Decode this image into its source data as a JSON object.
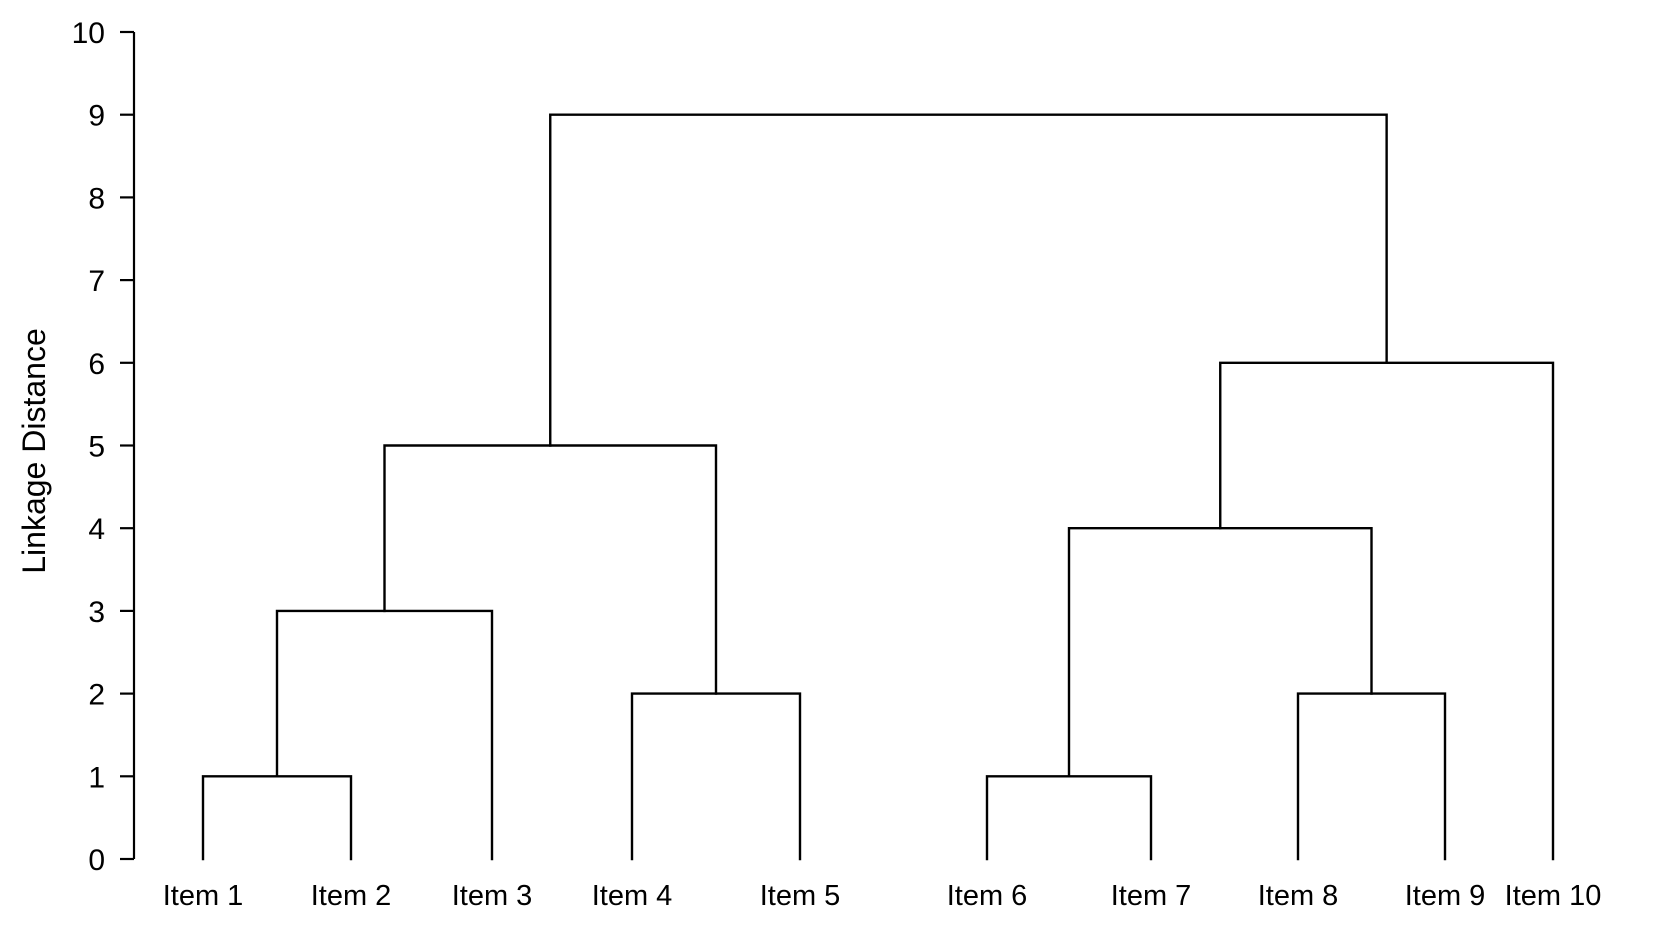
{
  "chart_data": {
    "type": "dendrogram",
    "ylabel": "Linkage Distance",
    "ylim": [
      0,
      10
    ],
    "yticks": [
      0,
      1,
      2,
      3,
      4,
      5,
      6,
      7,
      8,
      9,
      10
    ],
    "leaves": [
      "Item 1",
      "Item 2",
      "Item 3",
      "Item 4",
      "Item 5",
      "Item 6",
      "Item 7",
      "Item 8",
      "Item 9",
      "Item 10"
    ],
    "merges": [
      {
        "children": [
          "Item 1",
          "Item 2"
        ],
        "height": 1
      },
      {
        "children": [
          "Item 6",
          "Item 7"
        ],
        "height": 1
      },
      {
        "children": [
          "Item 4",
          "Item 5"
        ],
        "height": 2
      },
      {
        "children": [
          "Item 8",
          "Item 9"
        ],
        "height": 2
      },
      {
        "children": [
          [
            "Item 1",
            "Item 2"
          ],
          "Item 3"
        ],
        "height": 3
      },
      {
        "children": [
          [
            "Item 6",
            "Item 7"
          ],
          [
            "Item 8",
            "Item 9"
          ]
        ],
        "height": 4
      },
      {
        "children": [
          [
            "Item 1",
            "Item 2",
            "Item 3"
          ],
          [
            "Item 4",
            "Item 5"
          ]
        ],
        "height": 5
      },
      {
        "children": [
          [
            "Item 6",
            "Item 7",
            "Item 8",
            "Item 9"
          ],
          "Item 10"
        ],
        "height": 6
      },
      {
        "children": [
          [
            "Item 1",
            "Item 2",
            "Item 3",
            "Item 4",
            "Item 5"
          ],
          [
            "Item 6",
            "Item 7",
            "Item 8",
            "Item 9",
            "Item 10"
          ]
        ],
        "height": 9
      }
    ],
    "grid": false,
    "legend": "none"
  }
}
